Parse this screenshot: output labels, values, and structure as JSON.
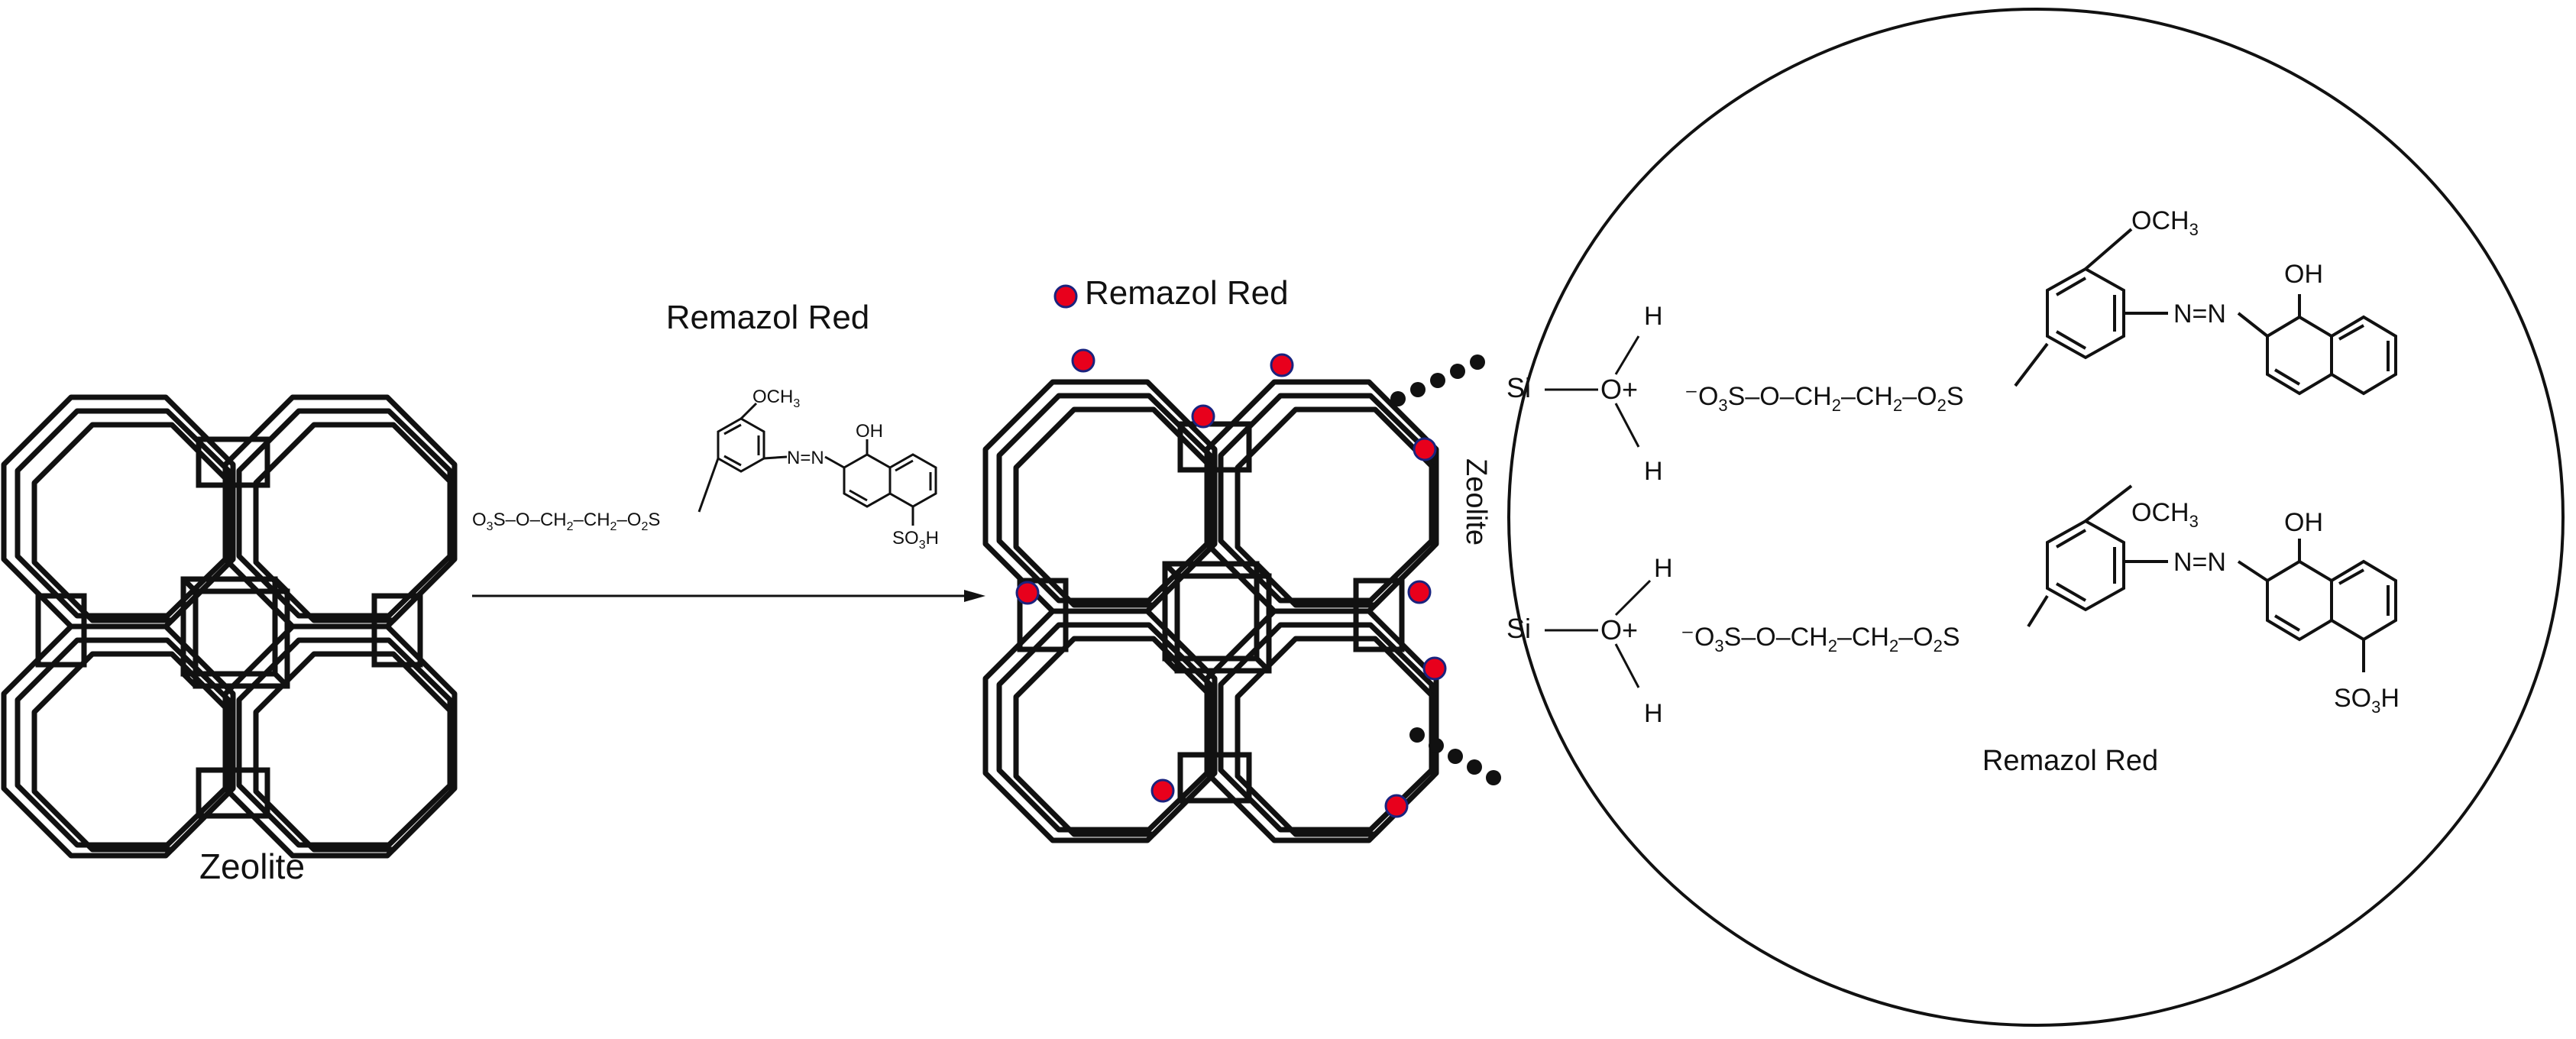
{
  "colors": {
    "line": "#111111",
    "dye_fill": "#e8001c",
    "dye_stroke": "#1a237e",
    "background": "#ffffff"
  },
  "labels": {
    "zeolite_left": "Zeolite",
    "arrow_dye_label": "Remazol Red",
    "legend_dye": "Remazol Red",
    "zeolite_circle": "Zeolite",
    "circle_caption": "Remazol Red"
  },
  "small_structure": {
    "ome": "OCH",
    "ome_sub": "3",
    "oh": "OH",
    "so3h": "SO",
    "so3h_sub": "3",
    "so3h_h": "H",
    "azo": "N=N",
    "chain_o3": "O",
    "chain_3": "3",
    "chain_s": "S–O–CH",
    "chain_2a": "2",
    "chain_ch": "–CH",
    "chain_2b": "2",
    "chain_o2": "–O",
    "chain_2c": "2",
    "chain_end": "S"
  },
  "interaction": {
    "si": "Si",
    "o_plus": "O+",
    "h": "H",
    "dye_chain_prefix": "⁻O",
    "dye_chain_3": "3",
    "dye_chain_s": "S–O–CH",
    "dye_chain_2a": "2",
    "dye_chain_ch": "–CH",
    "dye_chain_2b": "2",
    "dye_chain_o2": "–O",
    "dye_chain_2c": "2",
    "dye_chain_end": "S",
    "ome": "OCH",
    "ome_sub": "3",
    "oh": "OH",
    "azo": "N=N",
    "so3h": "SO",
    "so3h_sub": "3",
    "so3h_h": "H"
  }
}
